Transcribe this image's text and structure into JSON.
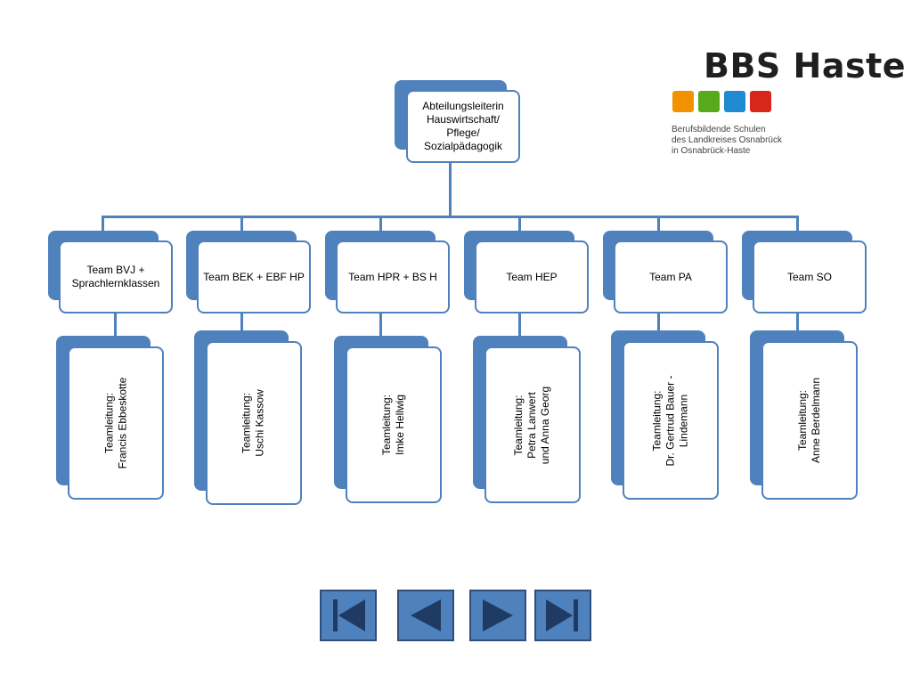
{
  "logo": {
    "title": "BBS Haste",
    "subtitle_lines": [
      "Berufsbildende Schulen",
      "des Landkreises Osnabrück",
      "in Osnabrück-Haste"
    ],
    "colors": [
      "#f39200",
      "#56aa1c",
      "#1f8ad0",
      "#d8261c"
    ]
  },
  "root": {
    "lines": [
      "Abteilungsleiterin",
      "Hauswirtschaft/",
      "Pflege/",
      "Sozialpädagogik"
    ]
  },
  "teams": [
    {
      "name": "Team BVJ + Sprachlernklassen",
      "name_lines": [
        "Team BVJ +",
        "Sprachlernklassen"
      ],
      "lead_label": "Teamleitung:",
      "lead_lines": [
        "Francis Ebbeskotte"
      ]
    },
    {
      "name": "Team BEK + EBF HP",
      "name_lines": [
        "Team BEK + EBF HP"
      ],
      "lead_label": "Teamleitung:",
      "lead_lines": [
        "Uschi Kassow"
      ]
    },
    {
      "name": "Team HPR + BS H",
      "name_lines": [
        "Team HPR + BS H"
      ],
      "lead_label": "Teamleitung:",
      "lead_lines": [
        "Imke Hellwig"
      ]
    },
    {
      "name": "Team HEP",
      "name_lines": [
        "Team HEP"
      ],
      "lead_label": "Teamleitung:",
      "lead_lines": [
        "Petra Lanwert",
        "und Anna Georg"
      ]
    },
    {
      "name": "Team PA",
      "name_lines": [
        "Team PA"
      ],
      "lead_label": "Teamleitung:",
      "lead_lines": [
        "Dr. Gertrud Bauer -",
        "Lindemann"
      ]
    },
    {
      "name": "Team SO",
      "name_lines": [
        "Team SO"
      ],
      "lead_label": "Teamleitung:",
      "lead_lines": [
        "Anne Berdelmann"
      ]
    }
  ],
  "colors": {
    "accent": "#4f81bd",
    "button_border": "#2f4f7a",
    "icon": "#1f3b63"
  },
  "nav": [
    {
      "name": "first-slide-button",
      "icon": "skip-first-icon"
    },
    {
      "name": "previous-slide-button",
      "icon": "triangle-left-icon"
    },
    {
      "name": "next-slide-button",
      "icon": "triangle-right-icon"
    },
    {
      "name": "last-slide-button",
      "icon": "skip-last-icon"
    }
  ]
}
